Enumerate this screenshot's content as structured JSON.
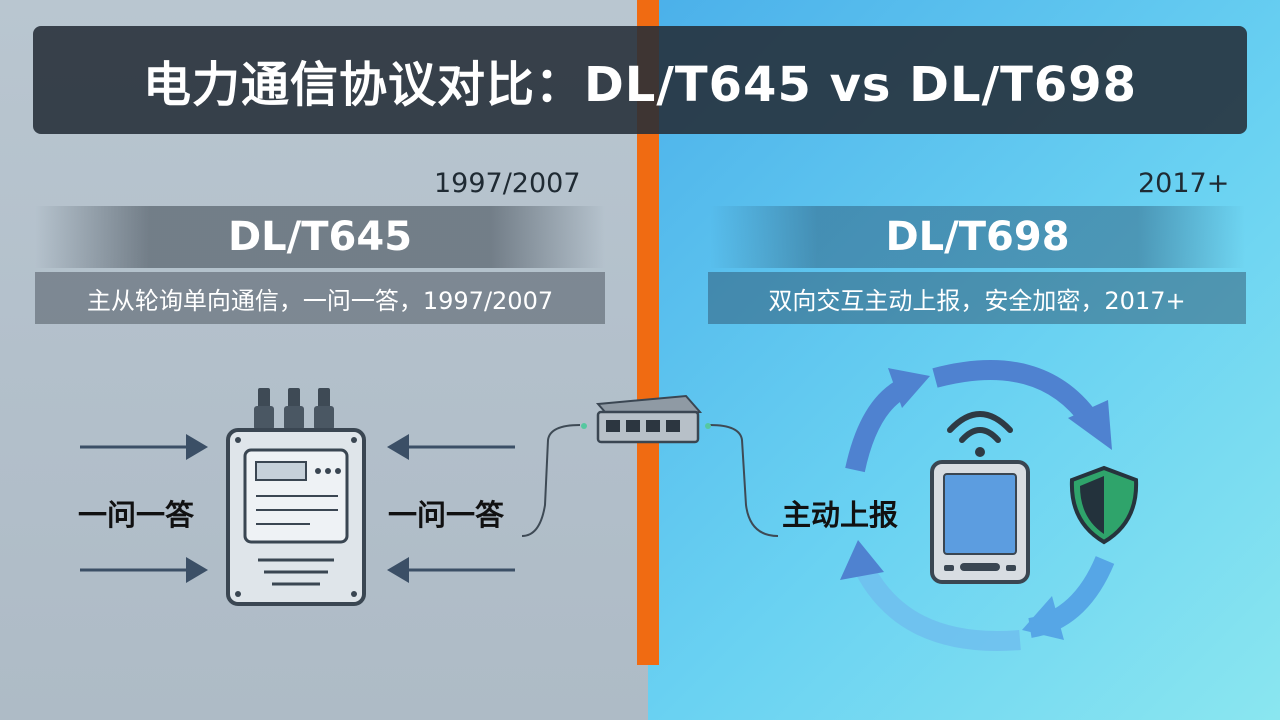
{
  "title": "电力通信协议对比：DL/T645 vs DL/T698",
  "left": {
    "year": "1997/2007",
    "name": "DL/T645",
    "description": "主从轮询单向通信，一问一答，1997/2007",
    "label_left": "一问一答",
    "label_right": "一问一答"
  },
  "right": {
    "year": "2017+",
    "name": "DL/T698",
    "description": "双向交互主动上报，安全加密，2017+",
    "label": "主动上报"
  },
  "icons": [
    "electricity-meter-icon",
    "network-switch-icon",
    "tablet-icon",
    "wifi-icon",
    "shield-icon",
    "cycle-arrows-icon"
  ],
  "colors": {
    "divider": "#f06b12",
    "title_bg": "#242e38",
    "left_bg": "#b5c2cd",
    "right_bg": "#5cc4ee",
    "arrow_blue": "#5b8fd6",
    "shield_green": "#2fa46b"
  }
}
